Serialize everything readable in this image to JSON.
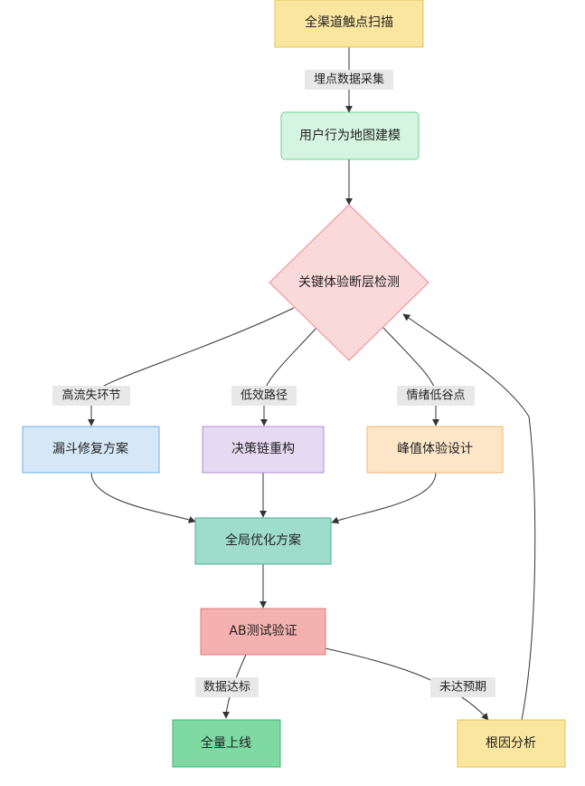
{
  "colors": {
    "yellow_fill": "#fbe6a0",
    "yellow_stroke": "#e3c55a",
    "green_fill": "#d6f5e0",
    "green_stroke": "#6fcf95",
    "pink_fill": "#fad9da",
    "pink_stroke": "#f08a8e",
    "blue_fill": "#d6e8f8",
    "blue_stroke": "#6fb1e6",
    "purple_fill": "#e6d9f2",
    "purple_stroke": "#b48fd6",
    "orange_fill": "#fde6c8",
    "orange_stroke": "#f2b46a",
    "teal_fill": "#9edccc",
    "teal_stroke": "#4fae94",
    "red_fill": "#f5b1af",
    "red_stroke": "#e07c78",
    "mint_fill": "#7ed9a3",
    "mint_stroke": "#3fb56e",
    "edge": "#333333"
  },
  "nodes": {
    "scan": "全渠道触点扫描",
    "map": "用户行为地图建模",
    "detect": "关键体验断层检测",
    "funnel": "漏斗修复方案",
    "chain": "决策链重构",
    "peak": "峰值体验设计",
    "global": "全局优化方案",
    "abtest": "AB测试验证",
    "launch": "全量上线",
    "root": "根因分析"
  },
  "edges": {
    "collect": "埋点数据采集",
    "high_loss": "高流失环节",
    "low_eff": "低效路径",
    "emotion_low": "情绪低谷点",
    "data_ok": "数据达标",
    "not_met": "未达预期"
  }
}
